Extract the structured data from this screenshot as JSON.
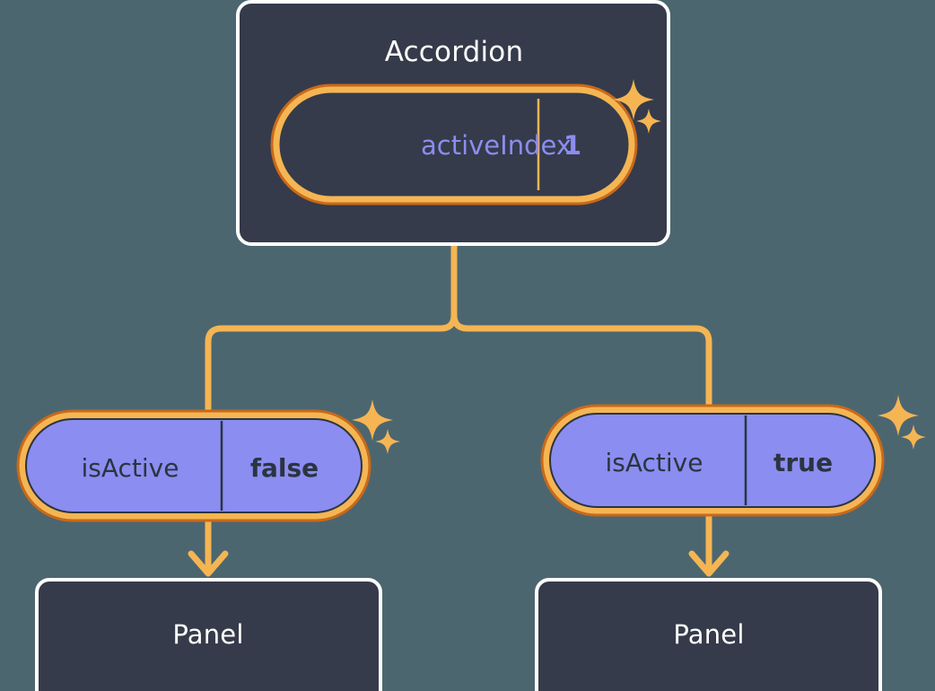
{
  "diagram": {
    "type": "component-tree",
    "background_color": "#4c6670",
    "accent_color": "#f5b553",
    "accent_dark_color": "#c8691a",
    "card_fill": "#353b4a",
    "card_border": "#ffffff",
    "pill_fill": "#8b8df0",
    "prop_text_dark": "#8b8df0",
    "prop_text_light": "#2b3440",
    "root": {
      "name": "accordion-node",
      "title": "Accordion",
      "prop": {
        "key": "activeIndex",
        "value": "1"
      },
      "sparkle": "sparkle-icon"
    },
    "children": [
      {
        "name": "left-branch",
        "prop": {
          "key": "isActive",
          "value": "false"
        },
        "sparkle": "sparkle-icon",
        "panel": {
          "title": "Panel"
        }
      },
      {
        "name": "right-branch",
        "prop": {
          "key": "isActive",
          "value": "true"
        },
        "sparkle": "sparkle-icon",
        "panel": {
          "title": "Panel"
        }
      }
    ]
  }
}
